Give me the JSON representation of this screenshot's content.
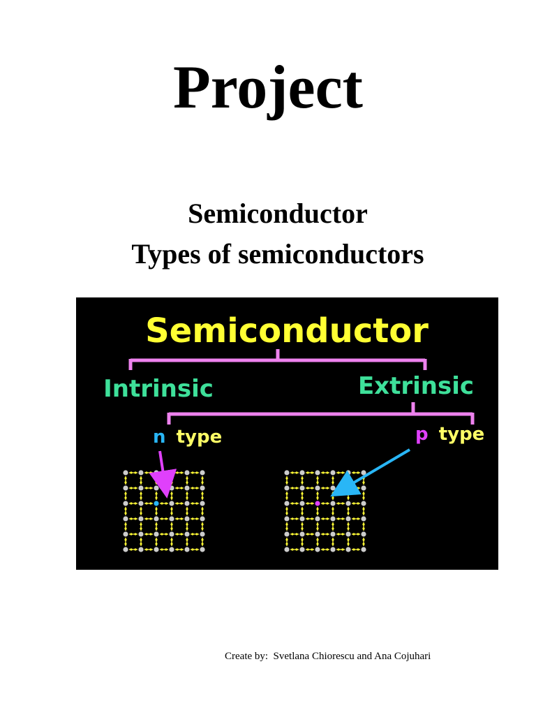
{
  "document": {
    "title": "Project",
    "subtitle_line1": "Semiconductor",
    "subtitle_line2": "Types of semiconductors",
    "credit": "Create by:  Svetlana Chiorescu and Ana Cojuhari"
  },
  "diagram": {
    "root_label": "Semiconductor",
    "left_branch": "Intrinsic",
    "right_branch": "Extrinsic",
    "n_letter": "n",
    "n_word": "type",
    "p_letter": "p",
    "p_word": "type",
    "colors": {
      "background": "#000000",
      "root": "#ffff33",
      "branch": "#3ee09a",
      "bracket": "#ee82ee",
      "n_dopant": "#29b6f6",
      "p_dopant": "#e040fb",
      "type_word": "#ffff66",
      "bond": "#d4c73a",
      "atom": "#cccccc"
    }
  }
}
